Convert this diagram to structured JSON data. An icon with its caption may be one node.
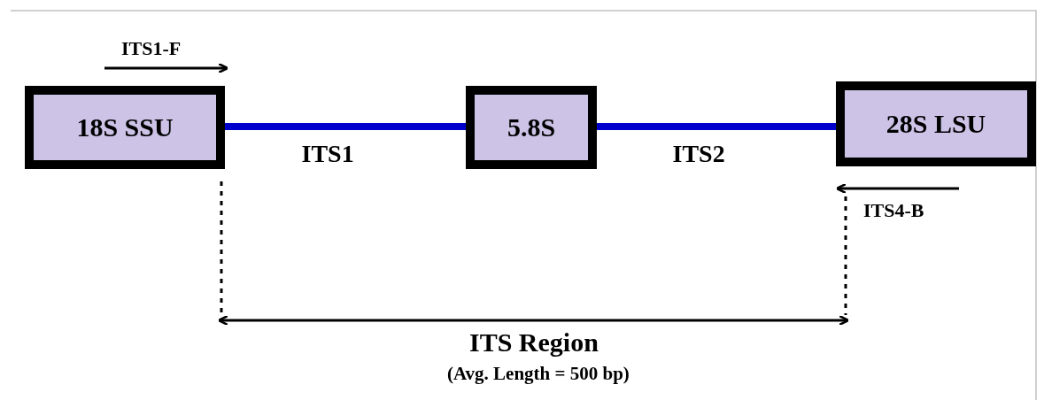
{
  "diagram": {
    "nodes": [
      {
        "text": [
          "18S SSU"
        ]
      },
      {
        "text": [
          "5.8S"
        ]
      },
      {
        "text": [
          "28S LSU"
        ]
      }
    ],
    "edges": [
      {
        "from": 0,
        "to": 1,
        "arrow": "none",
        "label": "ITS1"
      },
      {
        "from": 1,
        "to": 2,
        "arrow": "none",
        "label": "ITS2"
      }
    ],
    "labels": [
      "ITS1-F",
      "ITS4-B",
      "ITS Region",
      "(Avg. Length = 500 bp)"
    ]
  }
}
